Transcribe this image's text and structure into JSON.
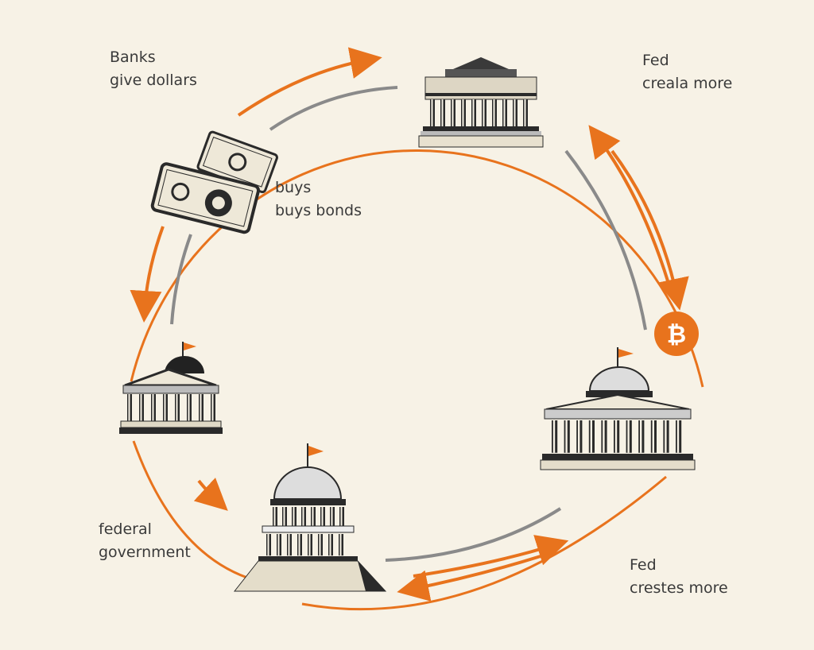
{
  "labels": {
    "banks": {
      "line1": "Banks",
      "line2": "give dollars"
    },
    "fed_top": {
      "line1": "Fed",
      "line2": "creala more"
    },
    "buys": {
      "line1": "buys",
      "line2": "buys bonds"
    },
    "federal": {
      "line1": "federal",
      "line2": "government"
    },
    "fed_bottom": {
      "line1": "Fed",
      "line2": "crestes more"
    }
  },
  "icons": [
    "bank-building-top-icon",
    "dollar-bills-icon",
    "bank-building-left-icon",
    "capitol-building-icon",
    "fed-building-right-icon",
    "bitcoin-icon"
  ],
  "colors": {
    "background": "#f7f2e6",
    "orange": "#e8731d",
    "gray": "#8a8a8a",
    "ink": "#2a2a2a"
  }
}
